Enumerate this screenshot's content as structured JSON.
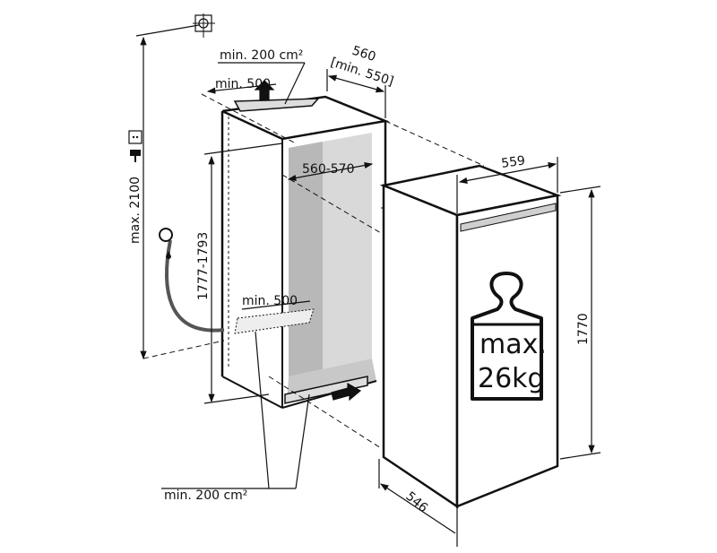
{
  "labels": {
    "top_vent_area": "min. 200 cm²",
    "top_depth": "min. 500",
    "niche_width": "560",
    "niche_width_min": "[min. 550]",
    "max_height": "max. 2100",
    "niche_height": "1777-1793",
    "inner_width": "560-570",
    "bottom_depth": "min. 500",
    "bottom_vent_area": "min. 200 cm²",
    "appliance_width": "559",
    "appliance_height": "1770",
    "appliance_depth": "546",
    "weight_line1": "max.",
    "weight_line2": "26kg"
  },
  "colors": {
    "line": "#111111",
    "niche_inner": "#d9d9d9",
    "niche_side": "#b8b8b8",
    "hose": "#555555"
  }
}
